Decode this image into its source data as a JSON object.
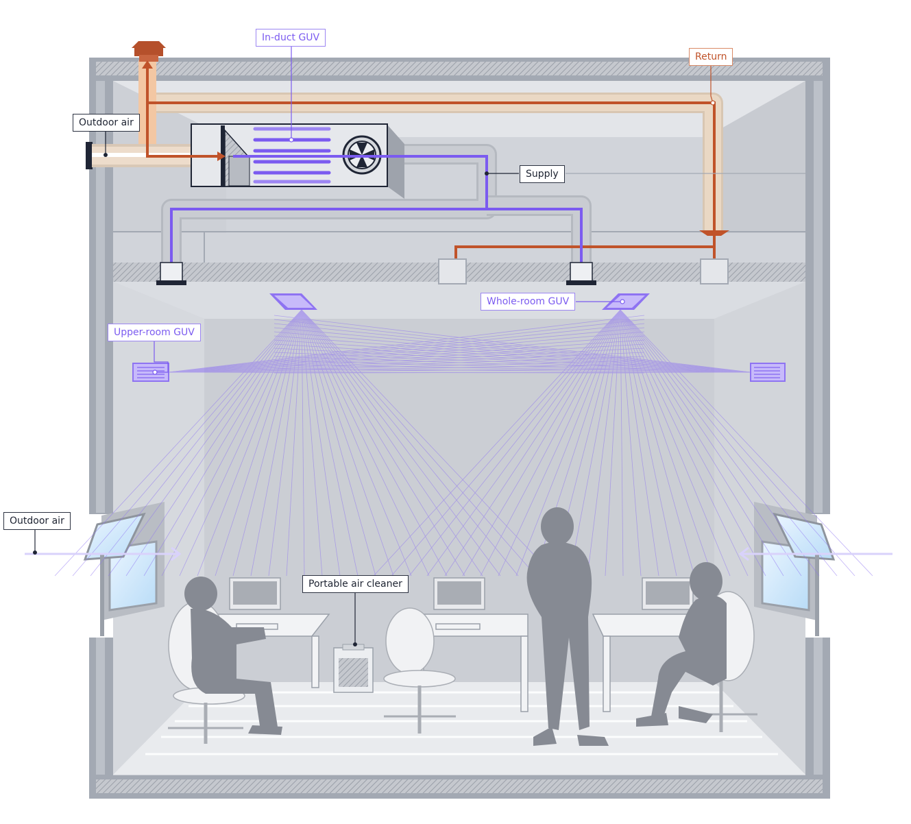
{
  "labels": {
    "in_duct_guv": "In-duct GUV",
    "return": "Return",
    "outdoor_air_top": "Outdoor air",
    "supply": "Supply",
    "whole_room_guv": "Whole-room GUV",
    "upper_room_guv": "Upper-room GUV",
    "outdoor_air_window": "Outdoor air",
    "portable_air_cleaner": "Portable air cleaner"
  },
  "colors": {
    "supply": "#7b5bf0",
    "return": "#c0532a",
    "duct": "#b9bcc2",
    "wall": "#a3a9b3",
    "person": "#868a93",
    "room": "#d3d6dc"
  }
}
